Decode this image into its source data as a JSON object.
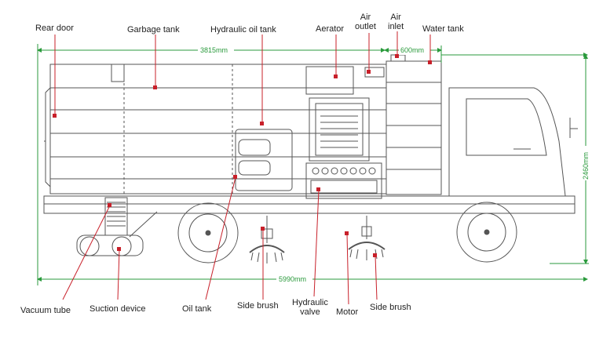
{
  "labels": {
    "rear_door": "Rear door",
    "garbage_tank": "Garbage tank",
    "hydraulic_oil_tank": "Hydraulic oil tank",
    "aerator": "Aerator",
    "air_outlet": "Air\noutlet",
    "air_inlet": "Air\ninlet",
    "water_tank": "Water tank",
    "vacuum_tube": "Vacuum tube",
    "suction_device": "Suction device",
    "oil_tank": "Oil tank",
    "side_brush_left": "Side brush",
    "hydraulic_valve": "Hydraulic\nvalve",
    "motor": "Motor",
    "side_brush_right": "Side brush"
  },
  "dimensions": {
    "tank_length": "3815mm",
    "water_tank_length": "600mm",
    "overall_length": "5990mm",
    "overall_height": "2460mm"
  },
  "colors": {
    "dimension_line": "#2a9a3c",
    "pointer_line": "#c8202a",
    "pointer_dot": "#c8202a",
    "drawing_line": "#555555"
  }
}
